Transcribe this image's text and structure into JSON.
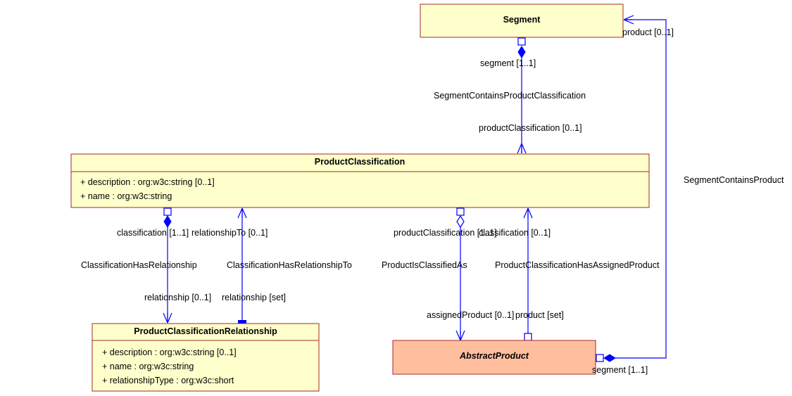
{
  "colors": {
    "class_fill": "#ffffcc",
    "class_border": "#a52a2a",
    "abstract_fill": "#ffbf9f",
    "edge": "#0000ff"
  },
  "classes": {
    "segment": {
      "name": "Segment",
      "attributes": []
    },
    "product_classification": {
      "name": "ProductClassification",
      "attributes": [
        "+ description : org:w3c:string [0..1]",
        "+ name : org:w3c:string"
      ]
    },
    "pc_relationship": {
      "name": "ProductClassificationRelationship",
      "attributes": [
        "+ description : org:w3c:string [0..1]",
        "+ name : org:w3c:string",
        "+ relationshipType : org:w3c:short"
      ]
    },
    "abstract_product": {
      "name": "AbstractProduct",
      "attributes": []
    }
  },
  "associations": {
    "segment_contains_pc": {
      "name": "SegmentContainsProductClassification",
      "source_role": "segment [1..1]",
      "target_role": "productClassification [0..1]"
    },
    "segment_contains_product": {
      "name": "SegmentContainsProduct",
      "source_role": "segment [1..1]",
      "target_role": "product [0..1]"
    },
    "classification_has_relationship": {
      "name": "ClassificationHasRelationship",
      "source_role": "classification [1..1]",
      "target_role": "relationship [0..1]"
    },
    "classification_has_relationship_to": {
      "name": "ClassificationHasRelationshipTo",
      "source_role": "relationship [set]",
      "target_role": "relationshipTo [0..1]"
    },
    "product_is_classified_as": {
      "name": "ProductIsClassifiedAs",
      "source_role": "productClassification [1..1]",
      "target_role": "assignedProduct [0..1]"
    },
    "pc_has_assigned_product": {
      "name": "ProductClassificationHasAssignedProduct",
      "source_role": "product [set]",
      "target_role": "classification [0..1]"
    }
  }
}
